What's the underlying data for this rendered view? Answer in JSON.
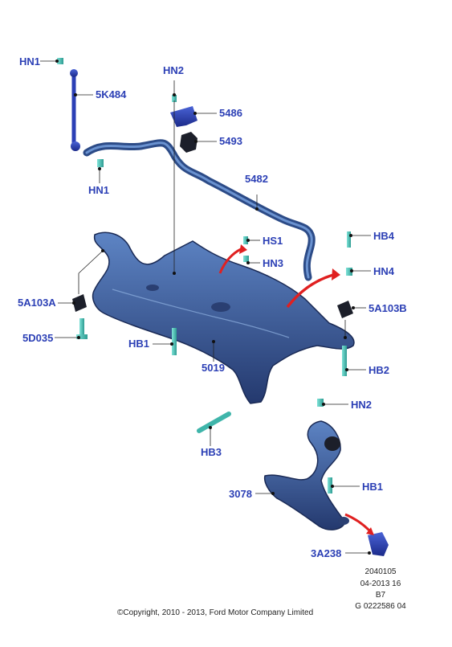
{
  "labels": {
    "hn1_top": "HN1",
    "p5k484": "5K484",
    "hn2_top": "HN2",
    "p5486": "5486",
    "p5493": "5493",
    "hn1_bottom": "HN1",
    "p5482": "5482",
    "hs1": "HS1",
    "hn3": "HN3",
    "hb4": "HB4",
    "hn4": "HN4",
    "p5a103a": "5A103A",
    "p5a103b": "5A103B",
    "p5d035": "5D035",
    "hb1_left": "HB1",
    "p5019": "5019",
    "hb2": "HB2",
    "hn2_bottom": "HN2",
    "hb3": "HB3",
    "hb1_right": "HB1",
    "p3078": "3078",
    "p3a238": "3A238"
  },
  "meta": {
    "line1": "2040105",
    "line2": "04-2013 16",
    "line3": "B7",
    "line4": "G 0222586 04"
  },
  "copyright": "©Copyright, 2010 - 2013, Ford Motor Company Limited",
  "colors": {
    "label": "#2b3fb5",
    "part_blue": "#3a5a9a",
    "part_dark": "#1d2f5e",
    "fastener": "#4fc3b8",
    "arrow": "#e02020",
    "leader": "#222222"
  }
}
